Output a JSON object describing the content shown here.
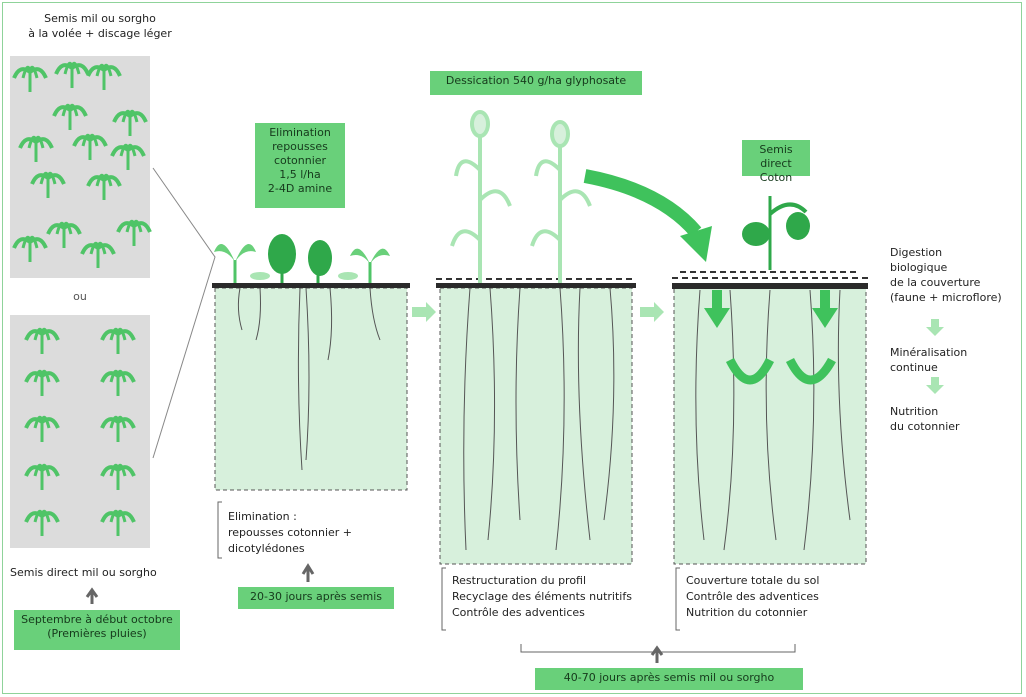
{
  "left": {
    "top_caption_1": "Semis mil ou sorgho",
    "top_caption_2": "à la volée + discage léger",
    "or_label": "ou",
    "bottom_caption": "Semis direct mil ou sorgho",
    "date_box_line1": "Septembre à début octobre",
    "date_box_line2": "(Premières pluies)"
  },
  "stage1": {
    "box_lines": [
      "Elimination",
      "repousses",
      "cotonnier",
      "1,5 l/ha",
      "2-4D amine"
    ],
    "note_lines": [
      "Elimination :",
      "repousses cotonnier +",
      "dicotylédones"
    ],
    "days_box": "20-30 jours après semis"
  },
  "stage2": {
    "box": "Dessication 540 g/ha glyphosate",
    "note_lines": [
      "Restructuration du profil",
      "Recyclage des éléments nutritifs",
      "Contrôle des adventices"
    ]
  },
  "stage3": {
    "box_lines": [
      "Semis direct",
      "Coton"
    ],
    "note_lines": [
      "Couverture totale du sol",
      "Contrôle des adventices",
      "Nutrition du cotonnier"
    ]
  },
  "right": {
    "digestion_lines": [
      "Digestion",
      "biologique",
      "de la couverture",
      "(faune + microflore)"
    ],
    "mineral_lines": [
      "Minéralisation",
      "continue"
    ],
    "nutrition_lines": [
      "Nutrition",
      "du cotonnier"
    ]
  },
  "bottom_box": "40-70 jours après semis mil ou sorgho",
  "colors": {
    "green": "#69d07a",
    "light_green": "#a9e5b3",
    "soil": "#2a2a2a",
    "panel_gray": "#dcdcdc",
    "pale_green_zone": "#d7f0dc"
  }
}
